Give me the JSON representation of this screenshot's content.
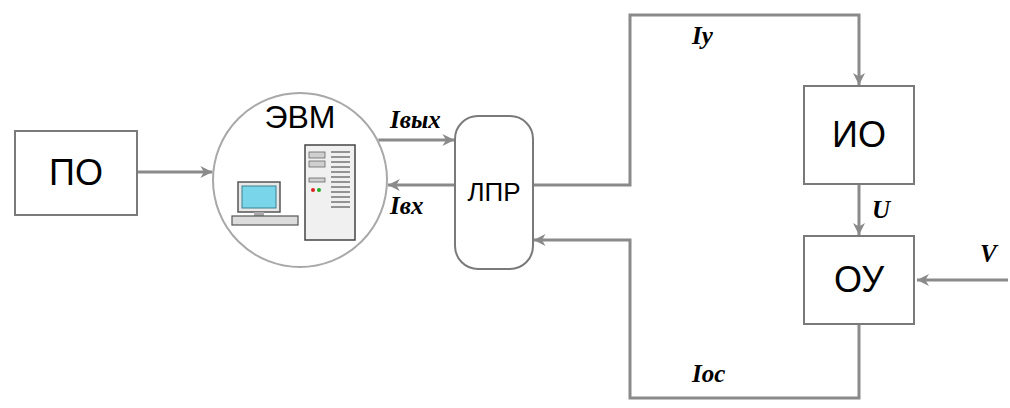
{
  "diagram": {
    "nodes": [
      {
        "text": [
          "ПО"
        ]
      },
      {
        "text": [
          "ЭВМ"
        ]
      },
      {
        "text": [
          "ЛПР"
        ]
      },
      {
        "text": [
          "ИО"
        ]
      },
      {
        "text": [
          "ОУ"
        ]
      }
    ],
    "edges": [
      {
        "from": 0,
        "to": 1,
        "arrow": "to"
      },
      {
        "from": 1,
        "to": 2,
        "label": "Iвых",
        "arrow": "to"
      },
      {
        "from": 2,
        "to": 1,
        "label": "Iвх",
        "arrow": "to"
      },
      {
        "from": 2,
        "to": 3,
        "label": "Iу",
        "arrow": "to"
      },
      {
        "from": 3,
        "to": 4,
        "label": "U",
        "arrow": "to"
      },
      {
        "from": 4,
        "to": 2,
        "label": "Iос",
        "arrow": "to"
      }
    ],
    "labels": [
      "V"
    ]
  }
}
